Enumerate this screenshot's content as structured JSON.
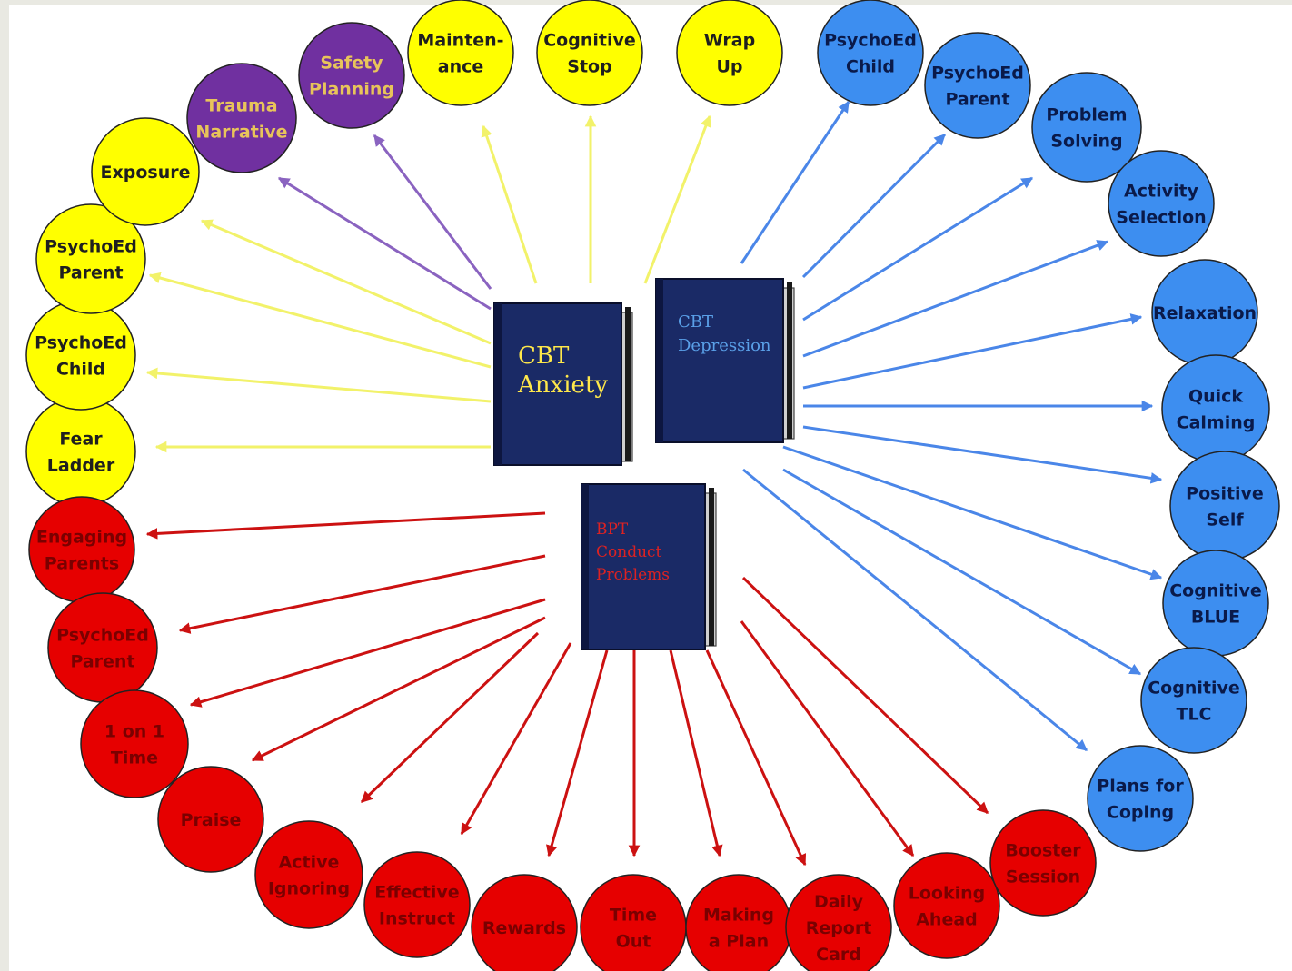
{
  "colors": {
    "yellow_fill": "#ffff00",
    "yellow_arrow": "#f2f26a",
    "purple_fill": "#7030a0",
    "purple_arrow": "#8a63c0",
    "blue_fill": "#3d8ef0",
    "blue_arrow": "#4a86e8",
    "red_fill": "#e60000",
    "red_arrow": "#cc1111",
    "book_cover": "#1a2a66"
  },
  "books": {
    "anxiety": {
      "lines": [
        "CBT",
        "Anxiety"
      ],
      "color": "#ffe84a"
    },
    "depression": {
      "lines": [
        "CBT",
        "Depression"
      ],
      "color": "#5aa0e8"
    },
    "conduct": {
      "lines": [
        "BPT",
        "Conduct",
        "Problems"
      ],
      "color": "#dd2222"
    }
  },
  "anxiety_modules": [
    {
      "lines": [
        "Fear",
        "Ladder"
      ],
      "color": "yellow"
    },
    {
      "lines": [
        "PsychoEd",
        "Child"
      ],
      "color": "yellow"
    },
    {
      "lines": [
        "PsychoEd",
        "Parent"
      ],
      "color": "yellow"
    },
    {
      "lines": [
        "Exposure"
      ],
      "color": "yellow"
    },
    {
      "lines": [
        "Trauma",
        "Narrative"
      ],
      "color": "purple"
    },
    {
      "lines": [
        "Safety",
        "Planning"
      ],
      "color": "purple"
    },
    {
      "lines": [
        "Mainten-",
        "ance"
      ],
      "color": "yellow"
    },
    {
      "lines": [
        "Cognitive",
        "Stop"
      ],
      "color": "yellow"
    },
    {
      "lines": [
        "Wrap",
        "Up"
      ],
      "color": "yellow"
    }
  ],
  "depression_modules": [
    {
      "lines": [
        "PsychoEd",
        "Child"
      ]
    },
    {
      "lines": [
        "PsychoEd",
        "Parent"
      ]
    },
    {
      "lines": [
        "Problem",
        "Solving"
      ]
    },
    {
      "lines": [
        "Activity",
        "Selection"
      ]
    },
    {
      "lines": [
        "Relaxation"
      ]
    },
    {
      "lines": [
        "Quick",
        "Calming"
      ]
    },
    {
      "lines": [
        "Positive",
        "Self"
      ]
    },
    {
      "lines": [
        "Cognitive",
        "BLUE"
      ]
    },
    {
      "lines": [
        "Cognitive",
        "TLC"
      ]
    },
    {
      "lines": [
        "Plans for",
        "Coping"
      ]
    }
  ],
  "conduct_modules": [
    {
      "lines": [
        "Engaging",
        "Parents"
      ]
    },
    {
      "lines": [
        "PsychoEd",
        "Parent"
      ]
    },
    {
      "lines": [
        "1 on 1",
        "Time"
      ]
    },
    {
      "lines": [
        "Praise"
      ]
    },
    {
      "lines": [
        "Active",
        "Ignoring"
      ]
    },
    {
      "lines": [
        "Effective",
        "Instruct"
      ]
    },
    {
      "lines": [
        "Rewards"
      ]
    },
    {
      "lines": [
        "Time",
        "Out"
      ]
    },
    {
      "lines": [
        "Making",
        "a Plan"
      ]
    },
    {
      "lines": [
        "Daily",
        "Report",
        "Card"
      ]
    },
    {
      "lines": [
        "Looking",
        "Ahead"
      ]
    },
    {
      "lines": [
        "Booster",
        "Session"
      ]
    }
  ]
}
